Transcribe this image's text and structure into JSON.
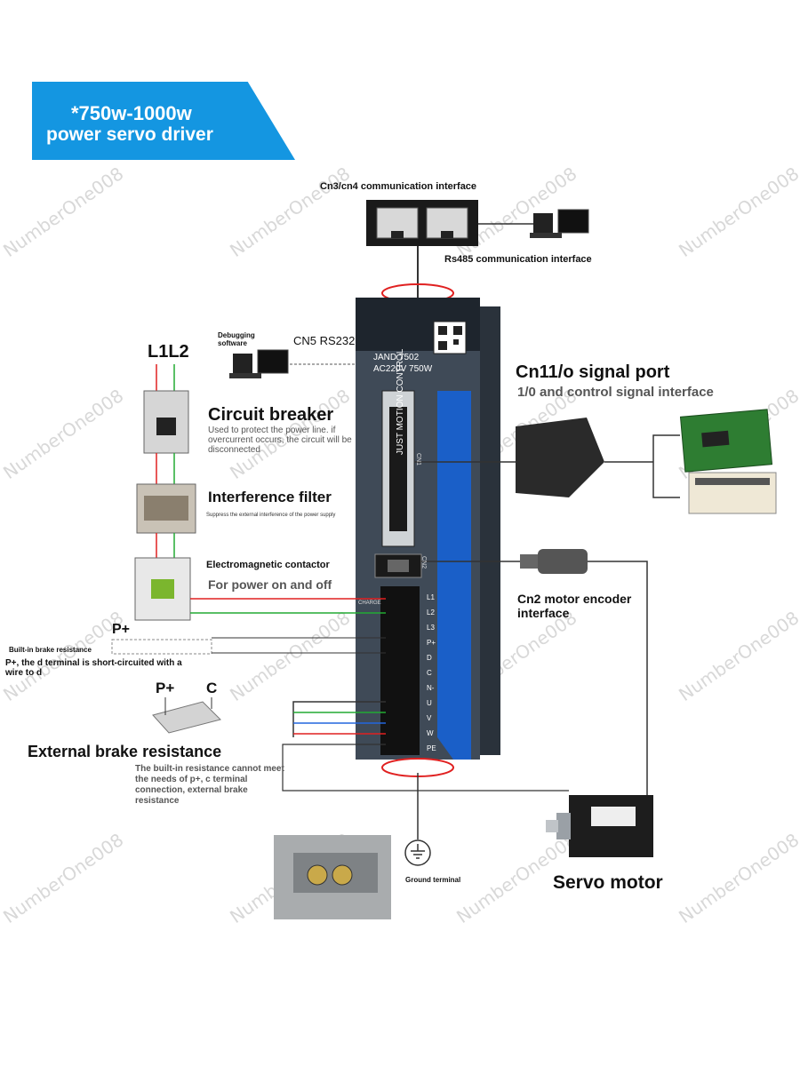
{
  "banner": {
    "line1": "*750w-1000w",
    "line2": "power servo driver"
  },
  "top": {
    "cn3_label": "Cn3/cn4 communication interface",
    "rs485_label": "Rs485 communication interface"
  },
  "debug": {
    "label": "Debugging software",
    "cn5": "CN5 RS232"
  },
  "power": {
    "l1l2": "L1L2"
  },
  "breaker": {
    "title": "Circuit breaker",
    "desc": "Used to protect the power line. if overcurrent occurs, the circuit will be disconnected"
  },
  "filter": {
    "title": "Interference filter",
    "desc": "Suppress the external interference of the power supply"
  },
  "contactor": {
    "title": "Electromagnetic contactor",
    "desc": "For power on and off"
  },
  "brake_builtin": {
    "label": "Built-in brake resistance",
    "pplus": "P+",
    "desc": "P+, the d terminal is short-circuited with a wire to d"
  },
  "brake_external": {
    "pplus": "P+",
    "c": "C",
    "title": "External brake resistance",
    "desc": "The built-in resistance cannot meet the needs of p+, c terminal connection, external brake resistance"
  },
  "driver": {
    "model": "JAND 7502",
    "rating": "AC220V  750W",
    "brand": "JUST MOTION CONTROL",
    "cn1": "CN1",
    "cn2": "CN2",
    "charge": "CHARGE",
    "terminals": [
      "L1",
      "L2",
      "L3",
      "P+",
      "D",
      "C",
      "N-",
      "U",
      "V",
      "W",
      "PE"
    ]
  },
  "cn11": {
    "title": "Cn11/o signal port",
    "desc": "1/0 and control signal interface"
  },
  "cn2": {
    "title": "Cn2 motor encoder interface"
  },
  "ground": {
    "label": "Ground terminal"
  },
  "motor": {
    "title": "Servo motor"
  },
  "watermark": "NumberOne008",
  "colors": {
    "banner": "#1496e1",
    "driver_body": "#3f4a57",
    "driver_stripe": "#1a5fc8",
    "red": "#e02020",
    "green": "#22aa33",
    "blue": "#2266dd"
  }
}
